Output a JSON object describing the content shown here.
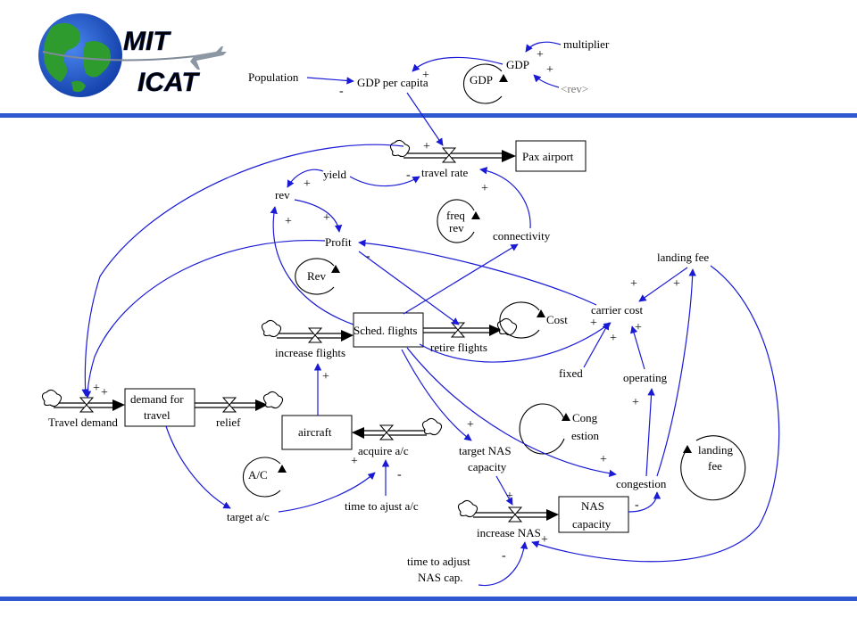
{
  "logo": {
    "line1": "MIT",
    "line2": "ICAT",
    "colors": {
      "globe": "#1f5fd8",
      "land": "#2e9b2e",
      "text": "#1e50c8"
    }
  },
  "colors": {
    "rule": "#2f57d0",
    "link": "#1a1ad6",
    "stock": "#000000"
  },
  "stocks": {
    "pax_airport": "Pax airport",
    "sched_flights": "Sched. flights",
    "demand_for_travel_1": "demand for",
    "demand_for_travel_2": "travel",
    "aircraft": "aircraft",
    "nas_capacity_1": "NAS",
    "nas_capacity_2": "capacity"
  },
  "flows": {
    "travel_rate": "travel rate",
    "increase_flights": "increase flights",
    "retire_flights": "retire flights",
    "relief": "relief",
    "acquire_ac": "acquire a/c",
    "increase_nas": "increase NAS",
    "travel_demand": "Travel demand"
  },
  "variables": {
    "population": "Population",
    "gdp_per_capita": "GDP per capita",
    "gdp": "GDP",
    "multiplier": "multiplier",
    "rev_shadow": "<rev>",
    "yield": "yield",
    "rev": "rev",
    "profit": "Profit",
    "connectivity": "connectivity",
    "landing_fee": "landing fee",
    "carrier_cost": "carrier cost",
    "fixed": "fixed",
    "operating": "operating",
    "target_nas_capacity_1": "target NAS",
    "target_nas_capacity_2": "capacity",
    "congestion": "congestion",
    "target_ac": "target a/c",
    "time_to_ajust_ac": "time to ajust a/c",
    "time_to_adjust_nas_1": "time to adjust",
    "time_to_adjust_nas_2": "NAS cap."
  },
  "loops": {
    "gdp": "GDP",
    "freq_rev_1": "freq",
    "freq_rev_2": "rev",
    "rev": "Rev",
    "cost": "Cost",
    "congestion_1": "Cong",
    "congestion_2": "estion",
    "ac": "A/C",
    "landing_fee_1": "landing",
    "landing_fee_2": "fee"
  },
  "signs": {
    "plus": "+",
    "minus": "-"
  }
}
